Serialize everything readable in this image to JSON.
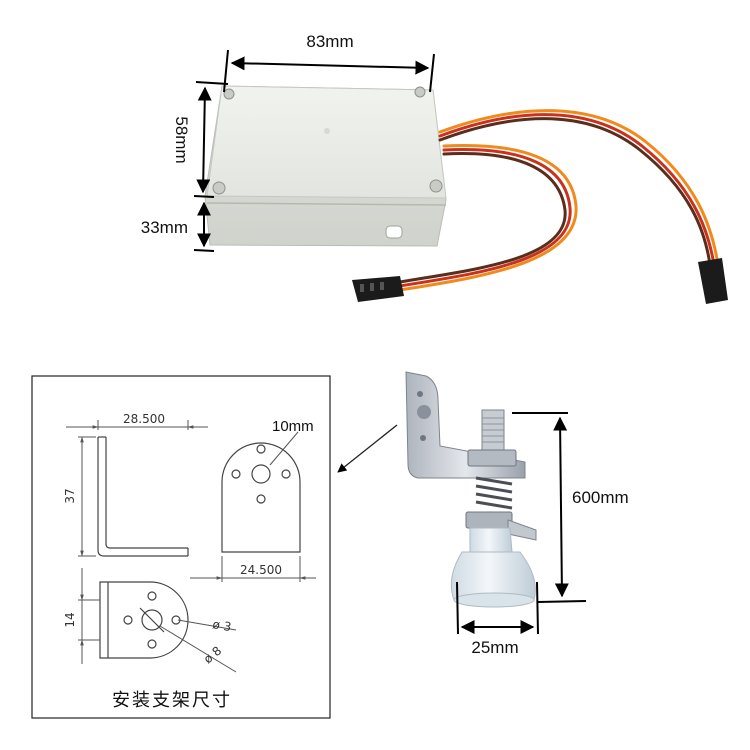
{
  "box": {
    "width_label": "83mm",
    "height_label": "58mm",
    "thickness_label": "33mm"
  },
  "drawing": {
    "bracket_length": "28.500",
    "bracket_height": "37",
    "hole_label": "10mm",
    "base_width": "24.500",
    "flange_height": "14",
    "small_hole_dia": "ø 3",
    "large_hole_dia": "ø 8",
    "caption": "安装支架尺寸"
  },
  "cup": {
    "height_label": "600mm",
    "width_label": "25mm"
  },
  "colors": {
    "box_body": "#e8ebe6",
    "wire_orange": "#f08a1c",
    "wire_red": "#c8321e",
    "wire_brown": "#5a2e1a",
    "bracket": "#c9ced6",
    "suction_cup": "#e6eef3"
  }
}
